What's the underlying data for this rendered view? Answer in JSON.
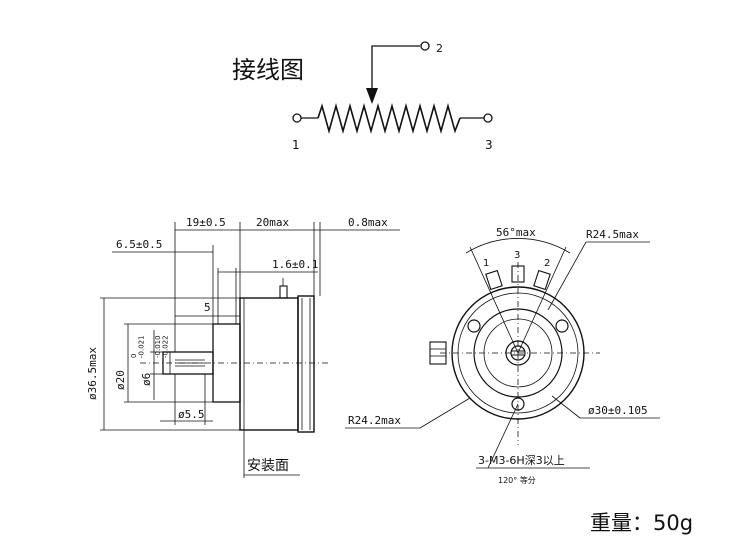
{
  "wiring": {
    "title": "接线图",
    "terminal_1": "1",
    "terminal_2": "2",
    "terminal_3": "3"
  },
  "side_view": {
    "dim_19": "19±0.5",
    "dim_20max": "20max",
    "dim_0_8max": "0.8max",
    "dim_6_5": "6.5±0.5",
    "dim_1_6": "1.6±0.1",
    "dim_5": "5",
    "dim_36_5": "ø36.5max",
    "dim_20": "ø20",
    "dim_20_tol": "0\n-0.021",
    "dim_6": "ø6",
    "dim_6_tol": "-0.010\n-0.022",
    "dim_5_5": "ø5.5",
    "mounting_face": "安装面"
  },
  "front_view": {
    "dim_56max": "56°max",
    "dim_r24_5": "R24.5max",
    "dim_r24_2": "R24.2max",
    "dim_30": "ø30±0.105",
    "terminal_1": "1",
    "terminal_2": "2",
    "terminal_3": "3",
    "thread_note": "3-M3-6H深3以上",
    "angle_note": "120° 等分"
  },
  "weight": "重量：50g"
}
